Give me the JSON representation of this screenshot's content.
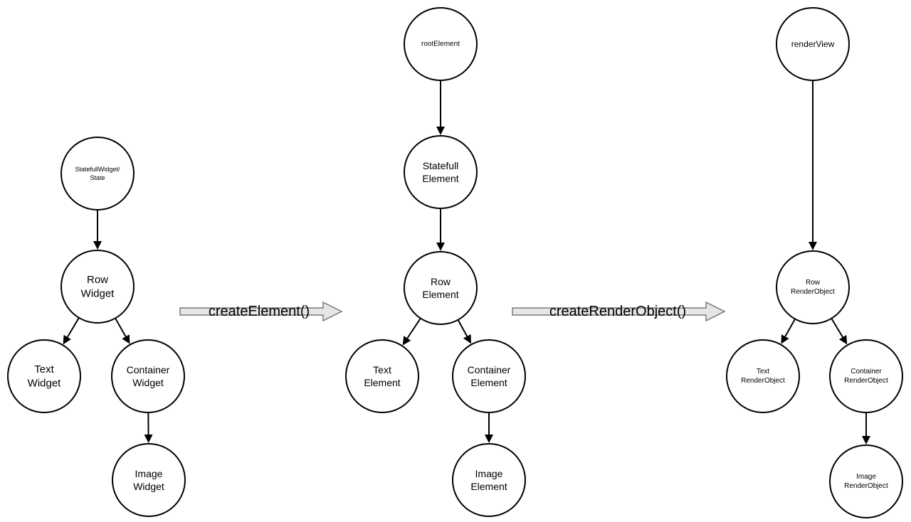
{
  "nodes": [
    {
      "id": "w-root",
      "lines": [
        "StatefullWidget/",
        "State"
      ]
    },
    {
      "id": "w-row",
      "lines": [
        "Row",
        "Widget"
      ]
    },
    {
      "id": "w-text",
      "lines": [
        "Text",
        "Widget"
      ]
    },
    {
      "id": "w-container",
      "lines": [
        "Container",
        "Widget"
      ]
    },
    {
      "id": "w-image",
      "lines": [
        "Image",
        "Widget"
      ]
    },
    {
      "id": "e-root",
      "lines": [
        "rootElement"
      ]
    },
    {
      "id": "e-stateful",
      "lines": [
        "Statefull",
        "Element"
      ]
    },
    {
      "id": "e-row",
      "lines": [
        "Row",
        "Element"
      ]
    },
    {
      "id": "e-text",
      "lines": [
        "Text",
        "Element"
      ]
    },
    {
      "id": "e-container",
      "lines": [
        "Container",
        "Element"
      ]
    },
    {
      "id": "e-image",
      "lines": [
        "Image",
        "Element"
      ]
    },
    {
      "id": "r-root",
      "lines": [
        "renderView"
      ]
    },
    {
      "id": "r-row",
      "lines": [
        "Row",
        "RenderObject"
      ]
    },
    {
      "id": "r-text",
      "lines": [
        "Text",
        "RenderObject"
      ]
    },
    {
      "id": "r-container",
      "lines": [
        "Container",
        "RenderObject"
      ]
    },
    {
      "id": "r-image",
      "lines": [
        "Image",
        "RenderObject"
      ]
    }
  ],
  "edges": [
    {
      "from": "w-root",
      "to": "w-row"
    },
    {
      "from": "w-row",
      "to": "w-text"
    },
    {
      "from": "w-row",
      "to": "w-container"
    },
    {
      "from": "w-container",
      "to": "w-image"
    },
    {
      "from": "e-root",
      "to": "e-stateful"
    },
    {
      "from": "e-stateful",
      "to": "e-row"
    },
    {
      "from": "e-row",
      "to": "e-text"
    },
    {
      "from": "e-row",
      "to": "e-container"
    },
    {
      "from": "e-container",
      "to": "e-image"
    },
    {
      "from": "r-root",
      "to": "r-row"
    },
    {
      "from": "r-row",
      "to": "r-text"
    },
    {
      "from": "r-row",
      "to": "r-container"
    },
    {
      "from": "r-container",
      "to": "r-image"
    }
  ],
  "transitions": [
    {
      "id": "t-create-element",
      "label": "createElement()"
    },
    {
      "id": "t-create-render-object",
      "label": "createRenderObject()"
    }
  ]
}
